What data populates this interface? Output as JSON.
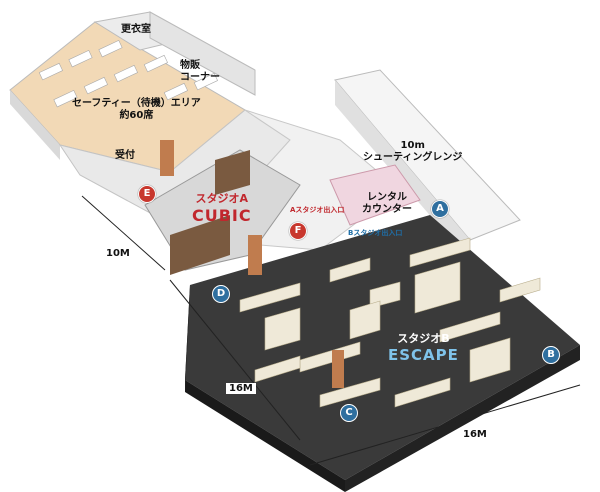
{
  "areas": {
    "locker": "更衣室",
    "shop": [
      "物販",
      "コーナー"
    ],
    "safety": [
      "セーフティー（待機）エリア",
      "約60席"
    ],
    "reception": "受付",
    "range": [
      "10m",
      "シューティングレンジ"
    ],
    "rental": [
      "レンタル",
      "カウンター"
    ]
  },
  "studios": {
    "a": {
      "title": "スタジオA",
      "name": "CUBIC"
    },
    "b": {
      "title": "スタジオB",
      "name": "ESCAPE"
    }
  },
  "entrances": {
    "a": "Aスタジオ出入口",
    "b": "Bスタジオ出入口"
  },
  "markers": {
    "a": "A",
    "b": "B",
    "c": "C",
    "d": "D",
    "e": "E",
    "f": "F"
  },
  "dimensions": {
    "left_upper": "10M",
    "left_lower": "16M",
    "bottom": "16M"
  },
  "colors": {
    "studio_a": "#c1272d",
    "studio_b": "#1f6fa8",
    "marker_red": "#c8372d",
    "marker_blue": "#2f6f9f"
  }
}
